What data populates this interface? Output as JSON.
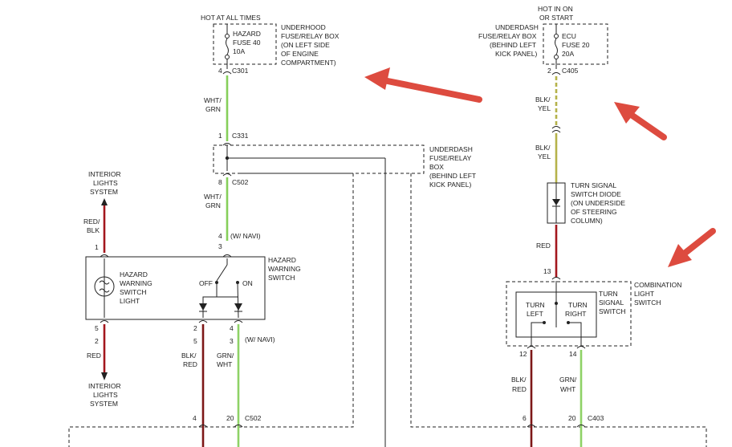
{
  "colors": {
    "wire_whtgrn": "#86cf5a",
    "wire_red": "#a3161d",
    "wire_blkred": "#7d1717",
    "wire_grnwht": "#8ed266",
    "wire_blkyel": "#b5b24a",
    "arrow": "#dd4b3f",
    "line": "#222222"
  },
  "icons": [
    "hazard-lamp-icon",
    "diode-icon",
    "switch-contact-icon",
    "annotation-arrow-icon",
    "terminal-arrow-icon"
  ],
  "left": {
    "hot_label": "HOT AT ALL TIMES",
    "fuse_name": "HAZARD",
    "fuse_num": "FUSE 40",
    "fuse_amp": "10A",
    "fuse_box": [
      "UNDERHOOD",
      "FUSE/RELAY BOX",
      "(ON LEFT SIDE",
      "OF ENGINE",
      "COMPARTMENT)"
    ],
    "c301_pin": "4",
    "c301": "C301",
    "wire1": [
      "WHT/",
      "GRN"
    ],
    "c331_pin": "1",
    "c331": "C331",
    "dash_box": [
      "UNDERDASH",
      "FUSE/RELAY",
      "BOX",
      "(BEHIND LEFT",
      "KICK PANEL)"
    ],
    "c502_pin": "8",
    "c502": "C502",
    "wire2": [
      "WHT/",
      "GRN"
    ],
    "navi_pin1": "4",
    "navi_note1": "(W/ NAVI)",
    "pin3": "3",
    "interior_top": [
      "INTERIOR",
      "LIGHTS",
      "SYSTEM"
    ],
    "wire_top": [
      "RED/",
      "BLK"
    ],
    "pin_top": "1",
    "lamp": [
      "HAZARD",
      "WARNING",
      "SWITCH",
      "LIGHT"
    ],
    "off": "OFF",
    "on": "ON",
    "switch_label": [
      "HAZARD",
      "WARNING",
      "SWITCH"
    ],
    "pin5": "5",
    "pin2": "2",
    "wire_red": "RED",
    "interior_bottom": [
      "INTERIOR",
      "LIGHTS",
      "SYSTEM"
    ],
    "pin_a2": "2",
    "pin_a5": "5",
    "pin_b4": "4",
    "pin_b3": "3",
    "navi_note2": "(W/ NAVI)",
    "wire_blkred": [
      "BLK/",
      "RED"
    ],
    "wire_grnwht": [
      "GRN/",
      "WHT"
    ],
    "bottom_pin_a": "4",
    "bottom_pin_b": "20",
    "bottom_conn": "C502"
  },
  "right": {
    "hot_label": [
      "HOT IN ON",
      "OR START"
    ],
    "fuse_box": [
      "UNDERDASH",
      "FUSE/RELAY BOX",
      "(BEHIND LEFT",
      "KICK PANEL)"
    ],
    "fuse_name": "ECU",
    "fuse_num": "FUSE 20",
    "fuse_amp": "20A",
    "c405_pin": "2",
    "c405": "C405",
    "wire1": [
      "BLK/",
      "YEL"
    ],
    "wire2": [
      "BLK/",
      "YEL"
    ],
    "diode_label": [
      "TURN SIGNAL",
      "SWITCH DIODE",
      "(ON UNDERSIDE",
      "OF STEERING",
      "COLUMN)"
    ],
    "wire_red": "RED",
    "pin13": "13",
    "combo": [
      "COMBINATION",
      "LIGHT",
      "SWITCH"
    ],
    "turn_left": [
      "TURN",
      "LEFT"
    ],
    "turn_right": [
      "TURN",
      "RIGHT"
    ],
    "tss": [
      "TURN",
      "SIGNAL",
      "SWITCH"
    ],
    "pin12": "12",
    "pin14": "14",
    "wire_blkred": [
      "BLK/",
      "RED"
    ],
    "wire_grnwht": [
      "GRN/",
      "WHT"
    ],
    "bottom_pin_a": "6",
    "bottom_pin_b": "20",
    "bottom_conn": "C403"
  }
}
